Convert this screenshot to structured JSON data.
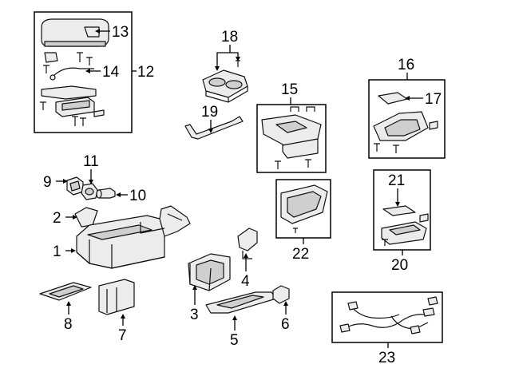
{
  "callouts": [
    {
      "id": "1",
      "text": "1"
    },
    {
      "id": "2",
      "text": "2"
    },
    {
      "id": "3",
      "text": "3"
    },
    {
      "id": "4",
      "text": "4"
    },
    {
      "id": "5",
      "text": "5"
    },
    {
      "id": "6",
      "text": "6"
    },
    {
      "id": "7",
      "text": "7"
    },
    {
      "id": "8",
      "text": "8"
    },
    {
      "id": "9",
      "text": "9"
    },
    {
      "id": "10",
      "text": "10"
    },
    {
      "id": "11",
      "text": "11"
    },
    {
      "id": "12",
      "text": "12"
    },
    {
      "id": "13",
      "text": "13"
    },
    {
      "id": "14",
      "text": "14"
    },
    {
      "id": "15",
      "text": "15"
    },
    {
      "id": "16",
      "text": "16"
    },
    {
      "id": "17",
      "text": "17"
    },
    {
      "id": "18",
      "text": "18"
    },
    {
      "id": "19",
      "text": "19"
    },
    {
      "id": "20",
      "text": "20"
    },
    {
      "id": "21",
      "text": "21"
    },
    {
      "id": "22",
      "text": "22"
    },
    {
      "id": "23",
      "text": "23"
    }
  ],
  "colors": {
    "ink": "#000000",
    "part_fill": "#ececec",
    "part_shade": "#cfcfcf",
    "background": "#ffffff"
  }
}
